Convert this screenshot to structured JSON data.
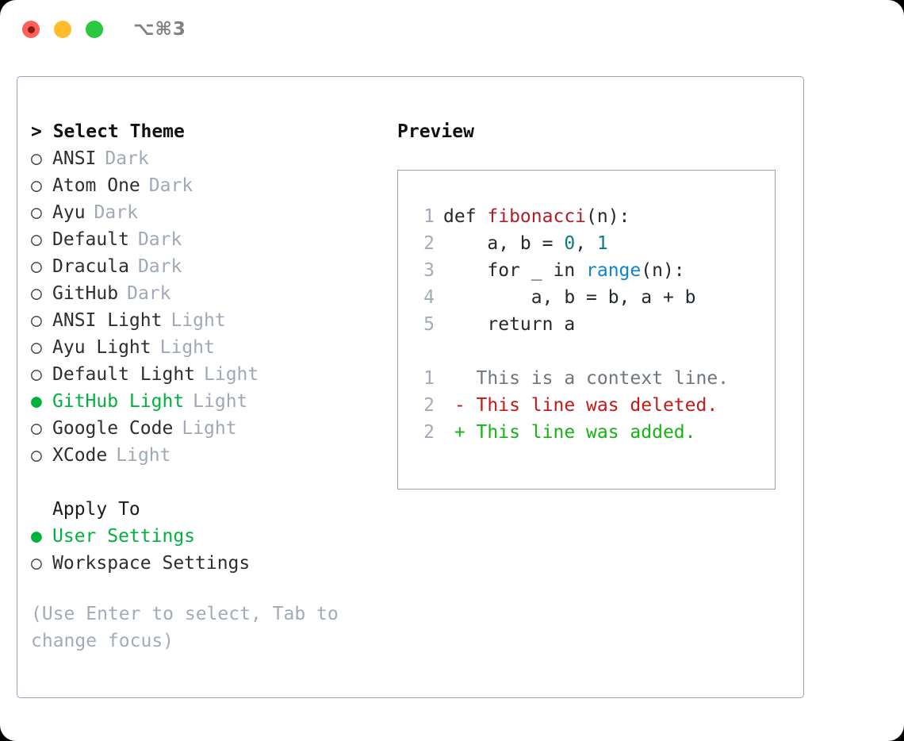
{
  "window": {
    "traffic_lights": [
      {
        "name": "close",
        "color": "#ff6159"
      },
      {
        "name": "minimize",
        "color": "#ffbd2e"
      },
      {
        "name": "maximize",
        "color": "#28c840"
      }
    ],
    "shortcut": "⌥⌘3"
  },
  "theme_picker": {
    "header": "> Select Theme",
    "items": [
      {
        "bullet": "○",
        "name": "ANSI",
        "variant": "Dark",
        "selected": false
      },
      {
        "bullet": "○",
        "name": "Atom One",
        "variant": "Dark",
        "selected": false
      },
      {
        "bullet": "○",
        "name": "Ayu",
        "variant": "Dark",
        "selected": false
      },
      {
        "bullet": "○",
        "name": "Default",
        "variant": "Dark",
        "selected": false
      },
      {
        "bullet": "○",
        "name": "Dracula",
        "variant": "Dark",
        "selected": false
      },
      {
        "bullet": "○",
        "name": "GitHub",
        "variant": "Dark",
        "selected": false
      },
      {
        "bullet": "○",
        "name": "ANSI Light",
        "variant": "Light",
        "selected": false
      },
      {
        "bullet": "○",
        "name": "Ayu Light",
        "variant": "Light",
        "selected": false
      },
      {
        "bullet": "○",
        "name": "Default Light",
        "variant": "Light",
        "selected": false
      },
      {
        "bullet": "●",
        "name": "GitHub Light",
        "variant": "Light",
        "selected": true
      },
      {
        "bullet": "○",
        "name": "Google Code",
        "variant": "Light",
        "selected": false
      },
      {
        "bullet": "○",
        "name": "XCode",
        "variant": "Light",
        "selected": false
      }
    ]
  },
  "apply_to": {
    "header": "Apply To",
    "items": [
      {
        "bullet": "●",
        "name": "User Settings",
        "selected": true
      },
      {
        "bullet": "○",
        "name": "Workspace Settings",
        "selected": false
      }
    ]
  },
  "hint": "(Use Enter to select, Tab to change focus)",
  "preview": {
    "label": "Preview",
    "code_lines": [
      {
        "ln": "1",
        "tokens": [
          {
            "t": "def ",
            "c": "plain"
          },
          {
            "t": "fibonacci",
            "c": "fn"
          },
          {
            "t": "(n):",
            "c": "plain"
          }
        ]
      },
      {
        "ln": "2",
        "tokens": [
          {
            "t": "    a, b = ",
            "c": "plain"
          },
          {
            "t": "0",
            "c": "num"
          },
          {
            "t": ", ",
            "c": "plain"
          },
          {
            "t": "1",
            "c": "num"
          }
        ]
      },
      {
        "ln": "3",
        "tokens": [
          {
            "t": "    for _ in ",
            "c": "plain"
          },
          {
            "t": "range",
            "c": "call"
          },
          {
            "t": "(n):",
            "c": "plain"
          }
        ]
      },
      {
        "ln": "4",
        "tokens": [
          {
            "t": "        a, b = b, a + b",
            "c": "plain"
          }
        ]
      },
      {
        "ln": "5",
        "tokens": [
          {
            "t": "    return a",
            "c": "plain"
          }
        ]
      }
    ],
    "diff_lines": [
      {
        "ln": "1",
        "marker": " ",
        "text": "This is a context line.",
        "kind": "context"
      },
      {
        "ln": "2",
        "marker": "-",
        "text": "This line was deleted.",
        "kind": "del"
      },
      {
        "ln": "2",
        "marker": "+",
        "text": "This line was added.",
        "kind": "add"
      }
    ]
  },
  "colors": {
    "accent_green": "#00b140",
    "muted": "#a0a9b5",
    "border": "#97a3b2",
    "diff_add": "#16b313",
    "diff_del": "#c21a17",
    "syntax_function": "#b31d28",
    "syntax_number": "#0a7d76",
    "syntax_call": "#1184c4"
  }
}
